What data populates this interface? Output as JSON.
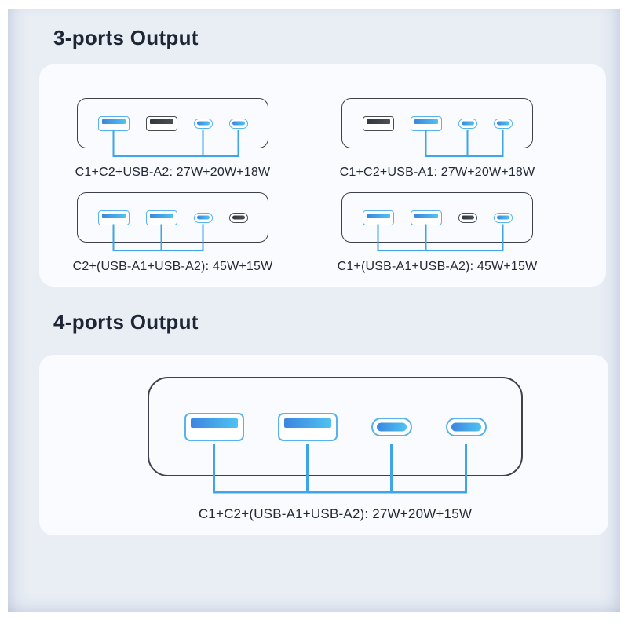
{
  "colors": {
    "panel_bg": "#e9edf4",
    "card_bg": "#fafbfe",
    "title_color": "#1e2635",
    "label_color": "#232937",
    "charger_border": "#3c414d",
    "port_blue_border": "#58b2ee",
    "bar_blue_1": "#3c86df",
    "bar_blue_2": "#4fc2f2",
    "port_gray_border": "#474c55",
    "line": "#3da5e8"
  },
  "sections": [
    {
      "title": "3-ports Output",
      "diagrams": [
        {
          "label": "C1+C2+USB-A2: 27W+20W+18W",
          "ports": [
            {
              "type": "usb-a",
              "name": "USB-A2",
              "active": true
            },
            {
              "type": "usb-a",
              "name": "USB-A1",
              "active": false
            },
            {
              "type": "usb-c",
              "name": "C2",
              "active": true
            },
            {
              "type": "usb-c",
              "name": "C1",
              "active": true
            }
          ]
        },
        {
          "label": "C1+C2+USB-A1: 27W+20W+18W",
          "ports": [
            {
              "type": "usb-a",
              "name": "USB-A2",
              "active": false
            },
            {
              "type": "usb-a",
              "name": "USB-A1",
              "active": true
            },
            {
              "type": "usb-c",
              "name": "C2",
              "active": true
            },
            {
              "type": "usb-c",
              "name": "C1",
              "active": true
            }
          ]
        },
        {
          "label": "C2+(USB-A1+USB-A2): 45W+15W",
          "ports": [
            {
              "type": "usb-a",
              "name": "USB-A2",
              "active": true
            },
            {
              "type": "usb-a",
              "name": "USB-A1",
              "active": true
            },
            {
              "type": "usb-c",
              "name": "C2",
              "active": true
            },
            {
              "type": "usb-c",
              "name": "C1",
              "active": false
            }
          ]
        },
        {
          "label": "C1+(USB-A1+USB-A2): 45W+15W",
          "ports": [
            {
              "type": "usb-a",
              "name": "USB-A2",
              "active": true
            },
            {
              "type": "usb-a",
              "name": "USB-A1",
              "active": true
            },
            {
              "type": "usb-c",
              "name": "C2",
              "active": false
            },
            {
              "type": "usb-c",
              "name": "C1",
              "active": true
            }
          ]
        }
      ]
    },
    {
      "title": "4-ports Output",
      "diagrams": [
        {
          "label": "C1+C2+(USB-A1+USB-A2): 27W+20W+15W",
          "ports": [
            {
              "type": "usb-a",
              "name": "USB-A2",
              "active": true
            },
            {
              "type": "usb-a",
              "name": "USB-A1",
              "active": true
            },
            {
              "type": "usb-c",
              "name": "C2",
              "active": true
            },
            {
              "type": "usb-c",
              "name": "C1",
              "active": true
            }
          ]
        }
      ]
    }
  ]
}
